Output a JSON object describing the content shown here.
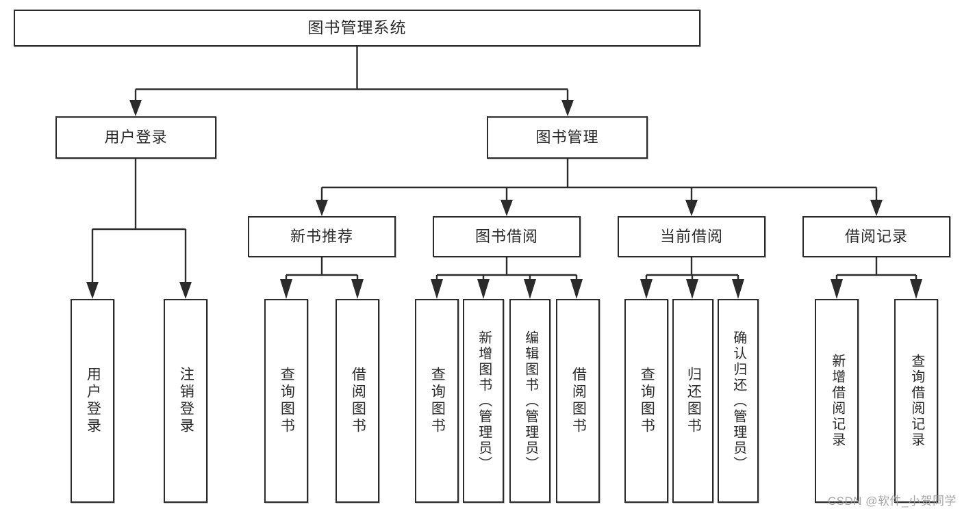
{
  "diagram": {
    "title": "图书管理系统",
    "type": "tree-hierarchy-diagram",
    "colors": {
      "box_stroke": "#2b2b2b",
      "box_fill": "#ffffff",
      "text": "#2a2a2a",
      "connector": "#2b2b2b",
      "watermark": "#9a9a9a"
    },
    "nodes": {
      "root": {
        "label": "图书管理系统"
      },
      "level2": [
        {
          "id": "user-login",
          "label": "用户登录"
        },
        {
          "id": "book-management",
          "label": "图书管理"
        }
      ],
      "level3": [
        {
          "id": "new-book-recommend",
          "label": "新书推荐"
        },
        {
          "id": "book-borrow",
          "label": "图书借阅"
        },
        {
          "id": "current-borrow",
          "label": "当前借阅"
        },
        {
          "id": "borrow-record",
          "label": "借阅记录"
        }
      ],
      "leaves": [
        {
          "id": "leaf-user-login",
          "parent": "user-login",
          "label": "用户登录"
        },
        {
          "id": "leaf-logout-login",
          "parent": "user-login",
          "label": "注销登录"
        },
        {
          "id": "leaf-query-book-1",
          "parent": "new-book-recommend",
          "label": "查询图书"
        },
        {
          "id": "leaf-borrow-book-1",
          "parent": "new-book-recommend",
          "label": "借阅图书"
        },
        {
          "id": "leaf-query-book-2",
          "parent": "book-borrow",
          "label": "查询图书"
        },
        {
          "id": "leaf-add-book",
          "parent": "book-borrow",
          "label": "新增图书（管理员）"
        },
        {
          "id": "leaf-edit-book",
          "parent": "book-borrow",
          "label": "编辑图书（管理员）"
        },
        {
          "id": "leaf-borrow-book-2",
          "parent": "book-borrow",
          "label": "借阅图书"
        },
        {
          "id": "leaf-query-book-3",
          "parent": "current-borrow",
          "label": "查询图书"
        },
        {
          "id": "leaf-return-book",
          "parent": "current-borrow",
          "label": "归还图书"
        },
        {
          "id": "leaf-confirm-return",
          "parent": "current-borrow",
          "label": "确认归还（管理员）"
        },
        {
          "id": "leaf-add-record",
          "parent": "borrow-record",
          "label": "新增借阅记录"
        },
        {
          "id": "leaf-query-record",
          "parent": "borrow-record",
          "label": "查询借阅记录"
        }
      ]
    },
    "watermark": "CSDN @软件_小贺同学"
  }
}
